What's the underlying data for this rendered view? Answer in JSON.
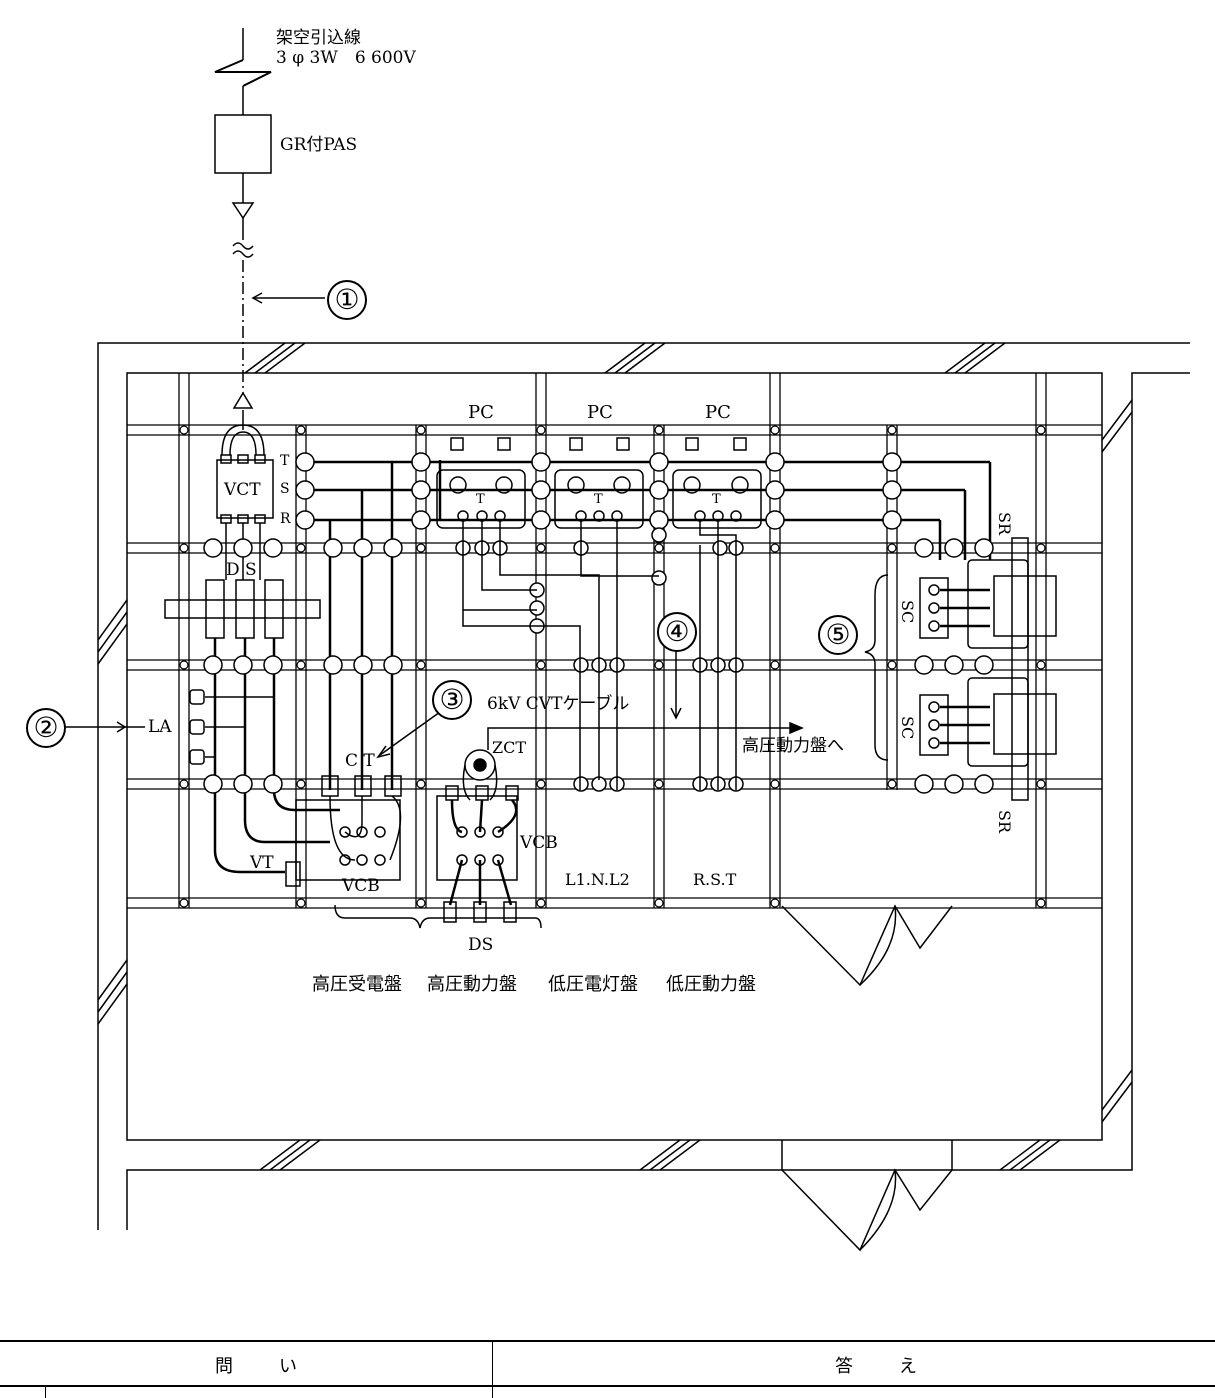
{
  "incoming": {
    "line_title": "架空引込線",
    "line_spec": "3 φ 3W　6 600V",
    "pas_label": "GR付PAS"
  },
  "markers": [
    "①",
    "②",
    "③",
    "④",
    "⑤"
  ],
  "labels": {
    "la": "LA",
    "vct": "VCT",
    "ds_top": "D S",
    "t": "T",
    "s": "S",
    "r": "R",
    "pc": "PC",
    "ct": "C T",
    "vt": "VT",
    "vcb_left": "VCB",
    "vcb_right": "VCB",
    "ds_bottom": "DS",
    "zct": "ZCT",
    "cable": "6kV CVTケーブル",
    "to_panel": "高圧動力盤へ",
    "lnl": "L1.N.L2",
    "rst": "R.S.T",
    "sc": "SC",
    "sr": "SR",
    "tr": "T"
  },
  "panels": [
    "高圧受電盤",
    "高圧動力盤",
    "低圧電灯盤",
    "低圧動力盤"
  ],
  "table": {
    "question_header": "問　い",
    "answer_header": "答　え"
  }
}
